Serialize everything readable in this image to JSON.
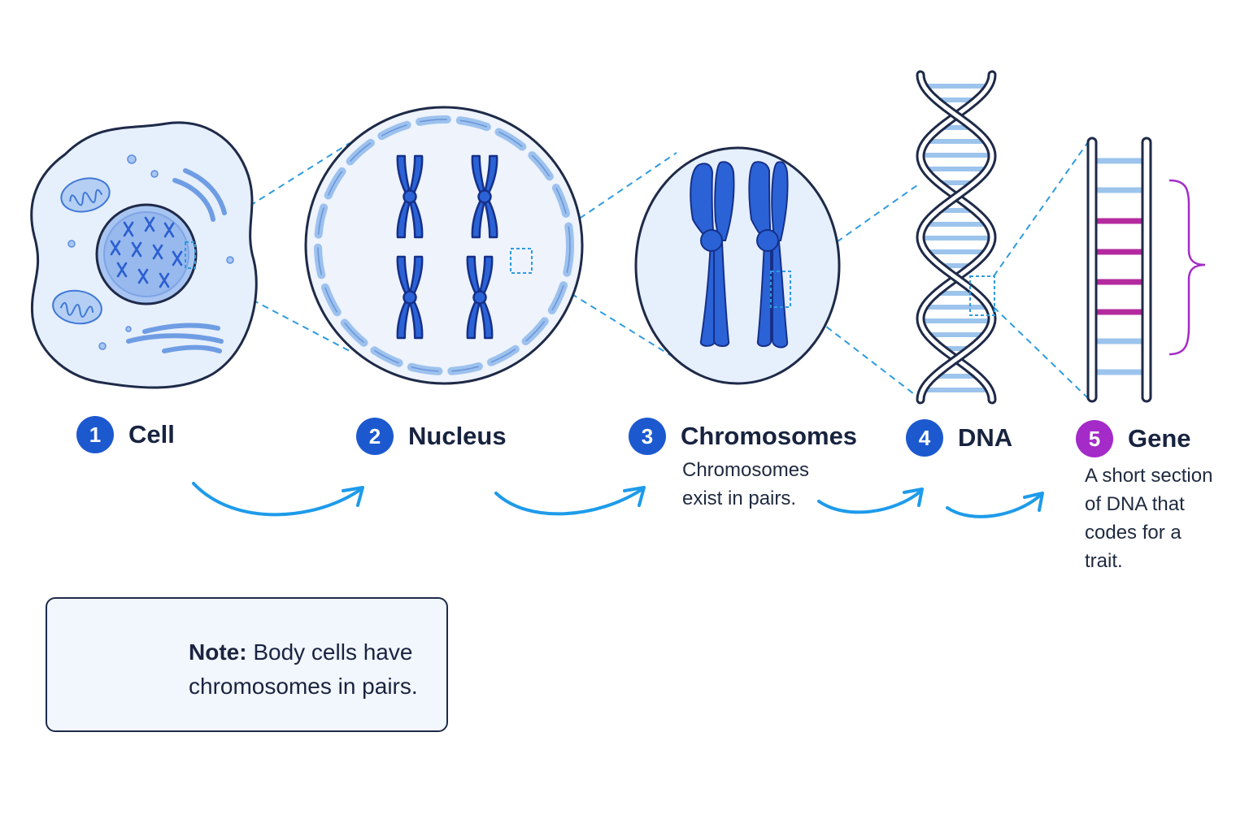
{
  "steps": [
    {
      "number": "1",
      "label": "Cell"
    },
    {
      "number": "2",
      "label": "Nucleus"
    },
    {
      "number": "3",
      "label": "Chromosomes",
      "description_lines": [
        "Chromosomes",
        "exist in pairs."
      ]
    },
    {
      "number": "4",
      "label": "DNA"
    },
    {
      "number": "5",
      "label": "Gene",
      "description_lines": [
        "A short section",
        "of DNA that",
        "codes for a",
        "trait."
      ]
    }
  ],
  "note": {
    "heading": "Note:",
    "line1": "Body cells have",
    "line2": "chromosomes in pairs."
  },
  "colors": {
    "badge_blue": "#1c59cf",
    "badge_purple": "#a42bc8",
    "chromosome": "#2b63d6",
    "outline": "#1e2a48",
    "fill_light": "#e6effc",
    "dashed_connector": "#2e9be0",
    "flow_arrow": "#1e9bea",
    "dna_rung": "#9cc4ec",
    "gene_rung": "#b32a9e"
  },
  "icons": [
    "cell-illustration",
    "nucleus-illustration",
    "chromosome-pair-illustration",
    "dna-helix-illustration",
    "gene-ladder-illustration",
    "curved-arrow-icon",
    "brace-icon"
  ]
}
